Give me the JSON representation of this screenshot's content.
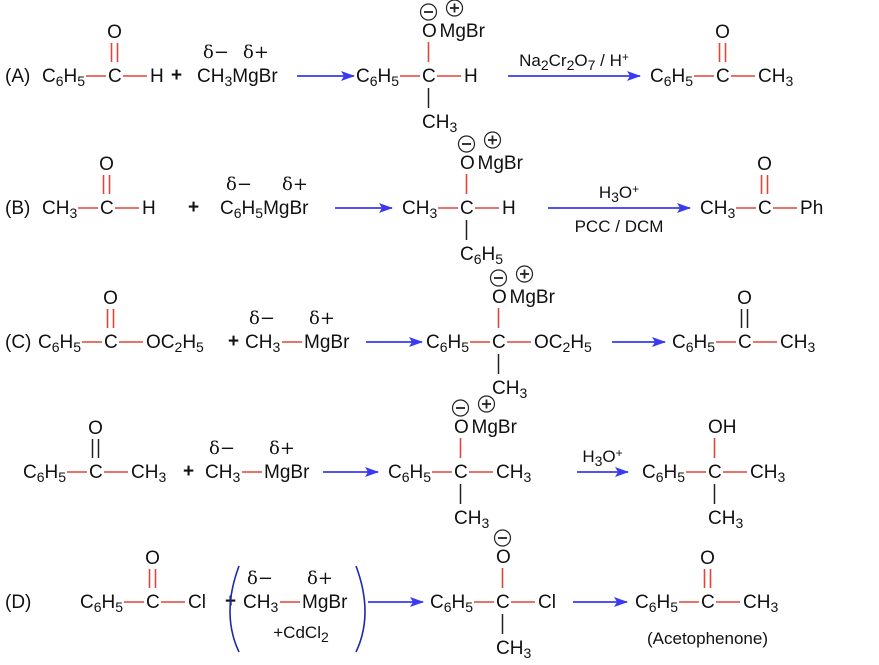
{
  "title": "Grignard reagent routes to acetophenone",
  "colors": {
    "bond_polar": "#e0453a",
    "bond_plain": "#222222",
    "arrow": "#3a3af0",
    "paren": "#1c2aa8",
    "text": "#111111"
  },
  "rows": [
    {
      "label": "(A)",
      "reactant1": {
        "left": "C6H5",
        "center": "C",
        "right": "H",
        "top": "O",
        "double_bond_color": "red"
      },
      "plus": "+",
      "reagent": {
        "text": "CH3MgBr",
        "delta_minus": "δ−",
        "delta_plus": "δ+"
      },
      "intermediate": {
        "left": "C6H5",
        "center": "C",
        "right": "H",
        "top": "O",
        "top_suffix": "MgBr",
        "bottom": "CH3",
        "charges": [
          "−",
          "+"
        ]
      },
      "reagent_arrow": {
        "above": "Na2Cr2O7 / H+",
        "below": ""
      },
      "product": {
        "left": "C6H5",
        "center": "C",
        "right": "CH3",
        "top": "O",
        "double_bond_color": "red"
      }
    },
    {
      "label": "(B)",
      "reactant1": {
        "left": "CH3",
        "center": "C",
        "right": "H",
        "top": "O",
        "double_bond_color": "red"
      },
      "plus": "+",
      "reagent": {
        "text": "C6H5MgBr",
        "delta_minus": "δ−",
        "delta_plus": "δ+"
      },
      "intermediate": {
        "left": "CH3",
        "center": "C",
        "right": "H",
        "top": "O",
        "top_suffix": "MgBr",
        "bottom": "C6H5",
        "charges": [
          "−",
          "+"
        ]
      },
      "reagent_arrow": {
        "above": "H3O+",
        "below": "PCC / DCM"
      },
      "product": {
        "left": "CH3",
        "center": "C",
        "right": "Ph",
        "top": "O",
        "double_bond_color": "red"
      }
    },
    {
      "label": "(C)",
      "reactant1": {
        "left": "C6H5",
        "center": "C",
        "right": "OC2H5",
        "top": "O",
        "double_bond_color": "red"
      },
      "plus": "+",
      "reagent": {
        "left": "CH3",
        "right": "MgBr",
        "delta_minus": "δ−",
        "delta_plus": "δ+"
      },
      "intermediate": {
        "left": "C6H5",
        "center": "C",
        "right": "OC2H5",
        "top": "O",
        "top_suffix": "MgBr",
        "bottom": "CH3",
        "charges": [
          "−",
          "+"
        ]
      },
      "reagent_arrow": {
        "above": "",
        "below": ""
      },
      "product": {
        "left": "C6H5",
        "center": "C",
        "right": "CH3",
        "top": "O",
        "double_bond_color": "black"
      }
    },
    {
      "label": "",
      "reactant1": {
        "left": "C6H5",
        "center": "C",
        "right": "CH3",
        "top": "O",
        "double_bond_color": "black"
      },
      "plus": "+",
      "reagent": {
        "left": "CH3",
        "right": "MgBr",
        "delta_minus": "δ−",
        "delta_plus": "δ+"
      },
      "intermediate": {
        "left": "C6H5",
        "center": "C",
        "right": "CH3",
        "top": "O",
        "top_suffix": "MgBr",
        "bottom": "CH3",
        "charges": [
          "−",
          "+"
        ]
      },
      "reagent_arrow": {
        "above": "H3O+",
        "below": ""
      },
      "product": {
        "left": "C6H5",
        "center": "C",
        "right": "CH3",
        "top": "OH",
        "bottom": "CH3"
      }
    },
    {
      "label": "(D)",
      "reactant1": {
        "left": "C6H5",
        "center": "C",
        "right": "Cl",
        "top": "O",
        "double_bond_color": "red"
      },
      "plus": "+",
      "reagent": {
        "left": "CH3",
        "right": "MgBr",
        "delta_minus": "δ−",
        "delta_plus": "δ+",
        "additive": "+CdCl2"
      },
      "intermediate": {
        "left": "C6H5",
        "center": "C",
        "right": "Cl",
        "top": "O",
        "bottom": "CH3",
        "charges": [
          "−"
        ]
      },
      "reagent_arrow": {
        "above": "",
        "below": ""
      },
      "product": {
        "left": "C6H5",
        "center": "C",
        "right": "CH3",
        "top": "O",
        "double_bond_color": "red",
        "caption": "(Acetophenone)"
      }
    }
  ]
}
